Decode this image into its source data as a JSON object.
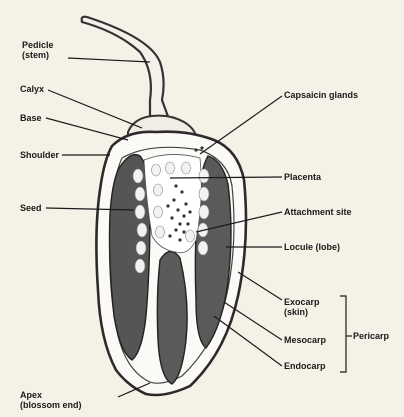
{
  "labels": {
    "pedicle": "Pedicle",
    "pedicle_sub": "(stem)",
    "calyx": "Calyx",
    "base": "Base",
    "shoulder": "Shoulder",
    "seed": "Seed",
    "capsaicin_glands": "Capsaicin glands",
    "placenta": "Placenta",
    "attachment_site": "Attachment site",
    "locule": "Locule (lobe)",
    "exocarp": "Exocarp",
    "exocarp_sub": "(skin)",
    "mesocarp": "Mesocarp",
    "endocarp": "Endocarp",
    "pericarp": "Pericarp",
    "apex": "Apex",
    "apex_sub": "(blossom end)"
  }
}
